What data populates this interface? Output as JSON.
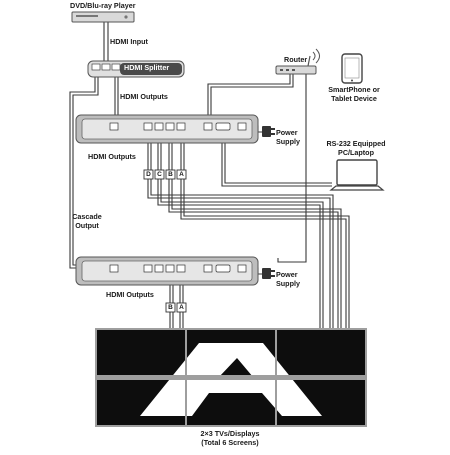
{
  "labels": {
    "dvd_player": "DVD/Blu-ray Player",
    "hdmi_input": "HDMI Input",
    "splitter_name": "HDMI Splitter",
    "hdmi_outputs_top": "HDMI Outputs",
    "router": "Router",
    "smartphone_line1": "SmartPhone or",
    "smartphone_line2": "Tablet Device",
    "power_supply_1_line1": "Power",
    "power_supply_1_line2": "Supply",
    "rs232_line1": "RS-232 Equipped",
    "rs232_line2": "PC/Laptop",
    "hdmi_outputs_unit1": "HDMI Outputs",
    "cascade_line1": "Cascade",
    "cascade_line2": "Output",
    "power_supply_2_line1": "Power",
    "power_supply_2_line2": "Supply",
    "hdmi_outputs_unit2": "HDMI Outputs",
    "displays_line1": "2×3 TVs/Displays",
    "displays_line2": "(Total 6 Screens)"
  },
  "port_letters_unit1": [
    "D",
    "C",
    "B",
    "A"
  ],
  "port_letters_unit2": [
    "B",
    "A"
  ],
  "video_wall": {
    "rows": 2,
    "columns": 3,
    "screen_color": "#0d0d0d",
    "logo_color": "#ffffff"
  },
  "colors": {
    "device_body": "#d9d9d9",
    "device_outline": "#555555",
    "cable": "#3a3a3a",
    "text": "#1a1a1a"
  }
}
